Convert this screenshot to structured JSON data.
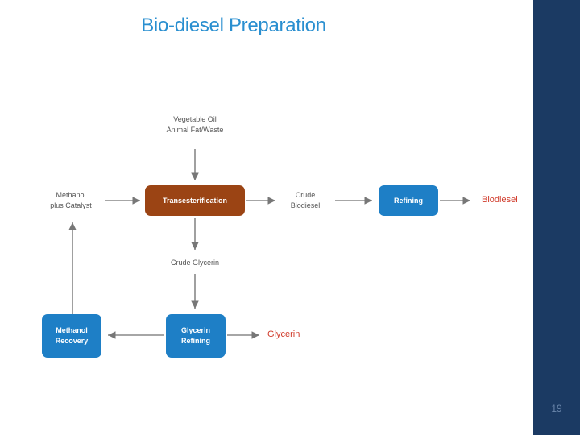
{
  "slide": {
    "title": "Bio-diesel Preparation",
    "page_number": "19"
  },
  "nodes": {
    "feedstock": "Vegetable Oil\nAnimal Fat/Waste",
    "methanol_catalyst": "Methanol\nplus Catalyst",
    "reactor": "Transesterification",
    "crude_biodiesel": "Crude\nBiodiesel",
    "refining": "Refining",
    "crude_glycerin": "Crude Glycerin",
    "glycerin_refining": "Glycerin\nRefining",
    "methanol_recovery": "Methanol\nRecovery"
  },
  "outputs": {
    "biodiesel": "Biodiesel",
    "glycerin": "Glycerin"
  },
  "colors": {
    "process_box": "#1e7fc6",
    "reactor_box": "#9b4414",
    "product_text": "#d03a2a",
    "sidebar": "#1b3a63",
    "title": "#2a8fd0"
  }
}
